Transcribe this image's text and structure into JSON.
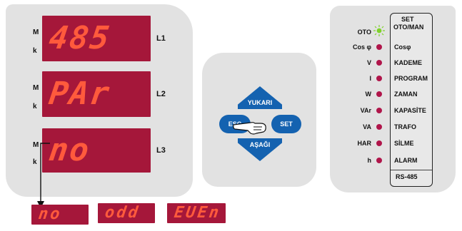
{
  "displays": [
    {
      "line": "L1",
      "value": "485",
      "m": "M",
      "k": "k"
    },
    {
      "line": "L2",
      "value": "PAr",
      "m": "M",
      "k": "k"
    },
    {
      "line": "L3",
      "value": "no",
      "m": "M",
      "k": "k"
    }
  ],
  "options": [
    "no",
    "odd",
    "EUEn"
  ],
  "keypad": {
    "up": "YUKARI",
    "down": "AŞAĞI",
    "esc": "ESC",
    "set": "SET"
  },
  "indicators": {
    "header_set": "SET",
    "header_mode": "OTO/MAN",
    "rows": [
      {
        "label": "OTO",
        "menu": ""
      },
      {
        "label": "Cos φ",
        "menu": "Cosφ"
      },
      {
        "label": "V",
        "menu": "KADEME"
      },
      {
        "label": "I",
        "menu": "PROGRAM"
      },
      {
        "label": "W",
        "menu": "ZAMAN"
      },
      {
        "label": "VAr",
        "menu": "KAPASİTE"
      },
      {
        "label": "VA",
        "menu": "TRAFO"
      },
      {
        "label": "HAR",
        "menu": "SİLME"
      },
      {
        "label": "h",
        "menu": "ALARM"
      }
    ],
    "footer": "RS-485"
  },
  "colors": {
    "lcd_bg": "#a5173a",
    "segment": "#ff5a3c",
    "button": "#1462b0",
    "led_off": "#b0154a",
    "led_on": "#7fd12a"
  }
}
